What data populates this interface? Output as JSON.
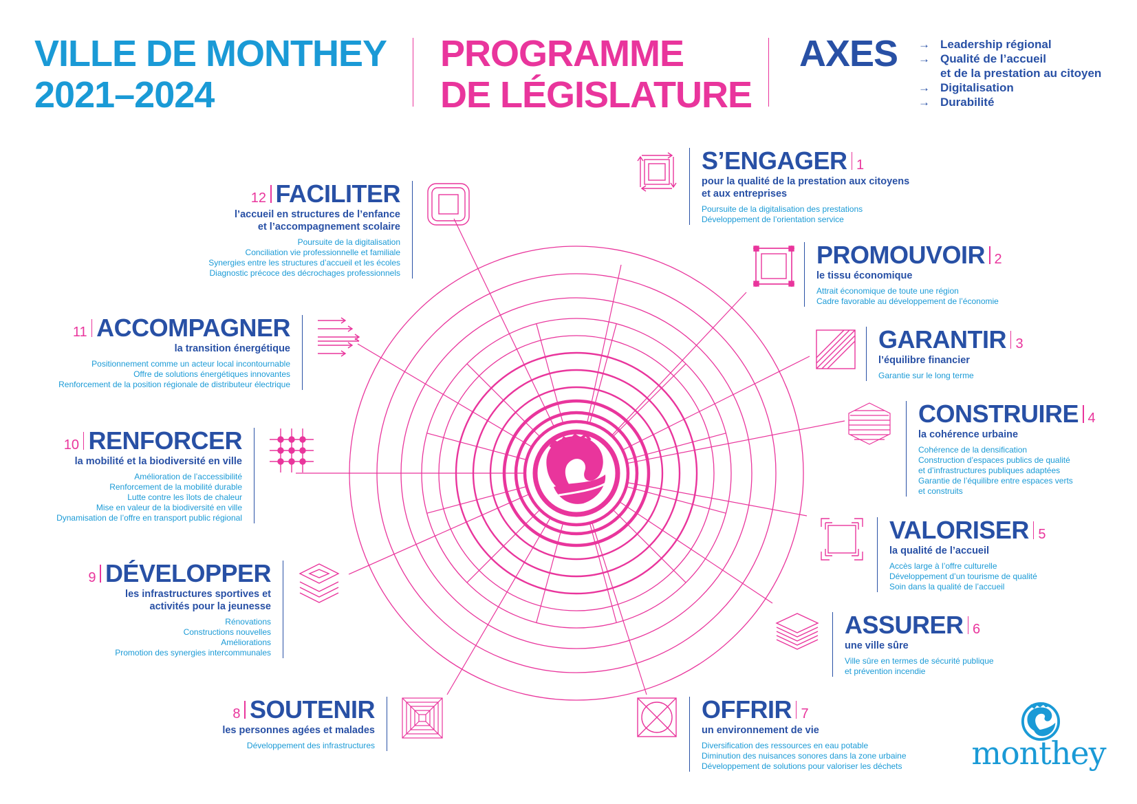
{
  "header": {
    "city_line1": "VILLE DE MONTHEY",
    "city_line2": "2021–2024",
    "program_line1": "PROGRAMME",
    "program_line2": "DE LÉGISLATURE",
    "axes_title": "AXES",
    "axes": [
      {
        "arrow": "→",
        "text": "Leadership régional"
      },
      {
        "arrow": "→",
        "text": "Qualité de l’accueil",
        "cont": "et de la prestation au citoyen"
      },
      {
        "arrow": "→",
        "text": "Digitalisation"
      },
      {
        "arrow": "→",
        "text": "Durabilité"
      }
    ]
  },
  "colors": {
    "blue": "#1a9ad6",
    "pink": "#e9359c",
    "navy": "#2850a5"
  },
  "items": [
    {
      "num": "1",
      "title": "S’ENGAGER",
      "subtitle": [
        "pour la qualité de la prestation aux citoyens",
        "et aux entreprises"
      ],
      "bullets": [
        "Poursuite de la digitalisation des prestations",
        "Développement de l’orientation service"
      ],
      "icon": "rotate-arrows-icon"
    },
    {
      "num": "2",
      "title": "PROMOUVOIR",
      "subtitle": [
        "le tissu économique"
      ],
      "bullets": [
        "Attrait économique de toute une région",
        "Cadre favorable au développement de l’économie"
      ],
      "icon": "network-square-icon"
    },
    {
      "num": "3",
      "title": "GARANTIR",
      "subtitle": [
        "l’équilibre financier"
      ],
      "bullets": [
        "Garantie sur le long terme"
      ],
      "icon": "diagonal-square-icon"
    },
    {
      "num": "4",
      "title": "CONSTRUIRE",
      "subtitle": [
        "la cohérence urbaine"
      ],
      "bullets": [
        "Cohérence de la densification",
        "Construction d’espaces publics de qualité",
        "et d’infrastructures publiques adaptées",
        "Garantie de l’équilibre entre espaces verts",
        "et construits"
      ],
      "icon": "hexagon-lines-icon"
    },
    {
      "num": "5",
      "title": "VALORISER",
      "subtitle": [
        "la qualité de l’accueil"
      ],
      "bullets": [
        "Accès large à l’offre culturelle",
        "Développement d’un tourisme de qualité",
        "Soin dans la qualité de l’accueil"
      ],
      "icon": "framed-square-icon"
    },
    {
      "num": "6",
      "title": "ASSURER",
      "subtitle": [
        "une ville sûre"
      ],
      "bullets": [
        "Ville sûre en termes de sécurité publique",
        "et prévention incendie"
      ],
      "icon": "layers-icon"
    },
    {
      "num": "7",
      "title": "OFFRIR",
      "subtitle": [
        "un environnement de vie"
      ],
      "bullets": [
        "Diversification des ressources en eau potable",
        "Diminution des nuisances sonores dans la zone urbaine",
        "Développement de solutions pour valoriser les déchets"
      ],
      "icon": "circle-in-square-icon"
    },
    {
      "num": "8",
      "title": "SOUTENIR",
      "subtitle": [
        "les personnes agées et malades"
      ],
      "bullets": [
        "Développement des infrastructures"
      ],
      "icon": "concentric-squares-icon"
    },
    {
      "num": "9",
      "title": "DÉVELOPPER",
      "subtitle": [
        "les infrastructures sportives et",
        "activités pour la jeunesse"
      ],
      "bullets": [
        "Rénovations",
        "Constructions nouvelles",
        "Améliorations",
        "Promotion des synergies intercommunales"
      ],
      "icon": "stacked-diamonds-icon"
    },
    {
      "num": "10",
      "title": "RENFORCER",
      "subtitle": [
        "la mobilité et la biodiversité en ville"
      ],
      "bullets": [
        "Amélioration de l’accessibilité",
        "Renforcement de la mobilité durable",
        "Lutte contre les îlots de chaleur",
        "Mise en valeur de la biodiversité en ville",
        "Dynamisation de l’offre en transport public régional"
      ],
      "icon": "grid-dots-icon"
    },
    {
      "num": "11",
      "title": "ACCOMPAGNER",
      "subtitle": [
        "la transition énergétique"
      ],
      "bullets": [
        "Positionnement comme un acteur local incontournable",
        "Offre de solutions énergétiques innovantes",
        "Renforcement de la position régionale de distributeur électrique"
      ],
      "icon": "arrows-right-icon"
    },
    {
      "num": "12",
      "title": "FACILITER",
      "subtitle": [
        "l’accueil en structures de l’enfance",
        "et l’accompagnement scolaire"
      ],
      "bullets": [
        "Poursuite de la digitalisation",
        "Conciliation vie professionnelle et familiale",
        "Synergies entre les structures d’accueil et les écoles",
        "Diagnostic précoce des décrochages professionnels"
      ],
      "icon": "rounded-squares-icon"
    }
  ],
  "logo": {
    "wordmark": "monthey",
    "icon": "monthey-wave-logo-icon"
  },
  "center": {
    "icon": "wave-emblem-icon"
  }
}
